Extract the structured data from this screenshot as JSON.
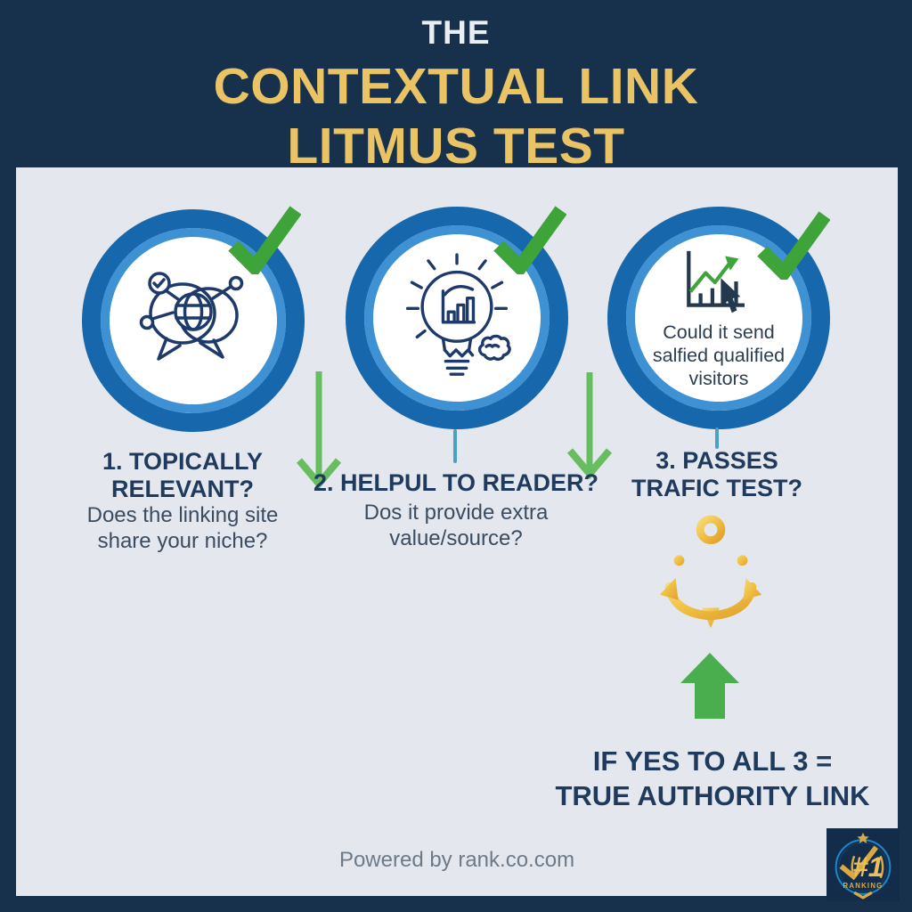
{
  "header": {
    "the": "THE",
    "title": "CONTEXTUAL LINK\nLITMUS TEST"
  },
  "steps": [
    {
      "title": "1. TOPICALLY\nRELEVANT?",
      "question": "Does the linking site\nshare your niche?",
      "icon": "globe-chat-network-icon",
      "checked": true
    },
    {
      "title": "2. HELPUL TO READER?",
      "question": "Dos it provide extra\nvalue/source?",
      "icon": "lightbulb-chart-brain-icon",
      "checked": true
    },
    {
      "title": "3. PASSES\nTRAFIC TEST?",
      "circle_text": "Could it send\nsalfied qualified\nvisitors",
      "icon": "traffic-growth-cursor-icon",
      "checked": true
    }
  ],
  "conclusion": "IF YES TO ALL 3 =\nTRUE AUTHORITY LINK",
  "footer": "Powered by rank.co.com",
  "logo": {
    "rank": "#1",
    "label": "RANKING"
  },
  "colors": {
    "background_navy": "#17314d",
    "panel": "#e4e8ee",
    "title_gold": "#eac364",
    "ring_dark_blue": "#1767ac",
    "ring_light_blue": "#3e92d3",
    "check_green": "#3ea338",
    "arrow_green": "#68bd60",
    "block_arrow_green": "#4aad4e",
    "text_navy": "#1f3a5c",
    "anchor_gold": "#eebc3f"
  }
}
